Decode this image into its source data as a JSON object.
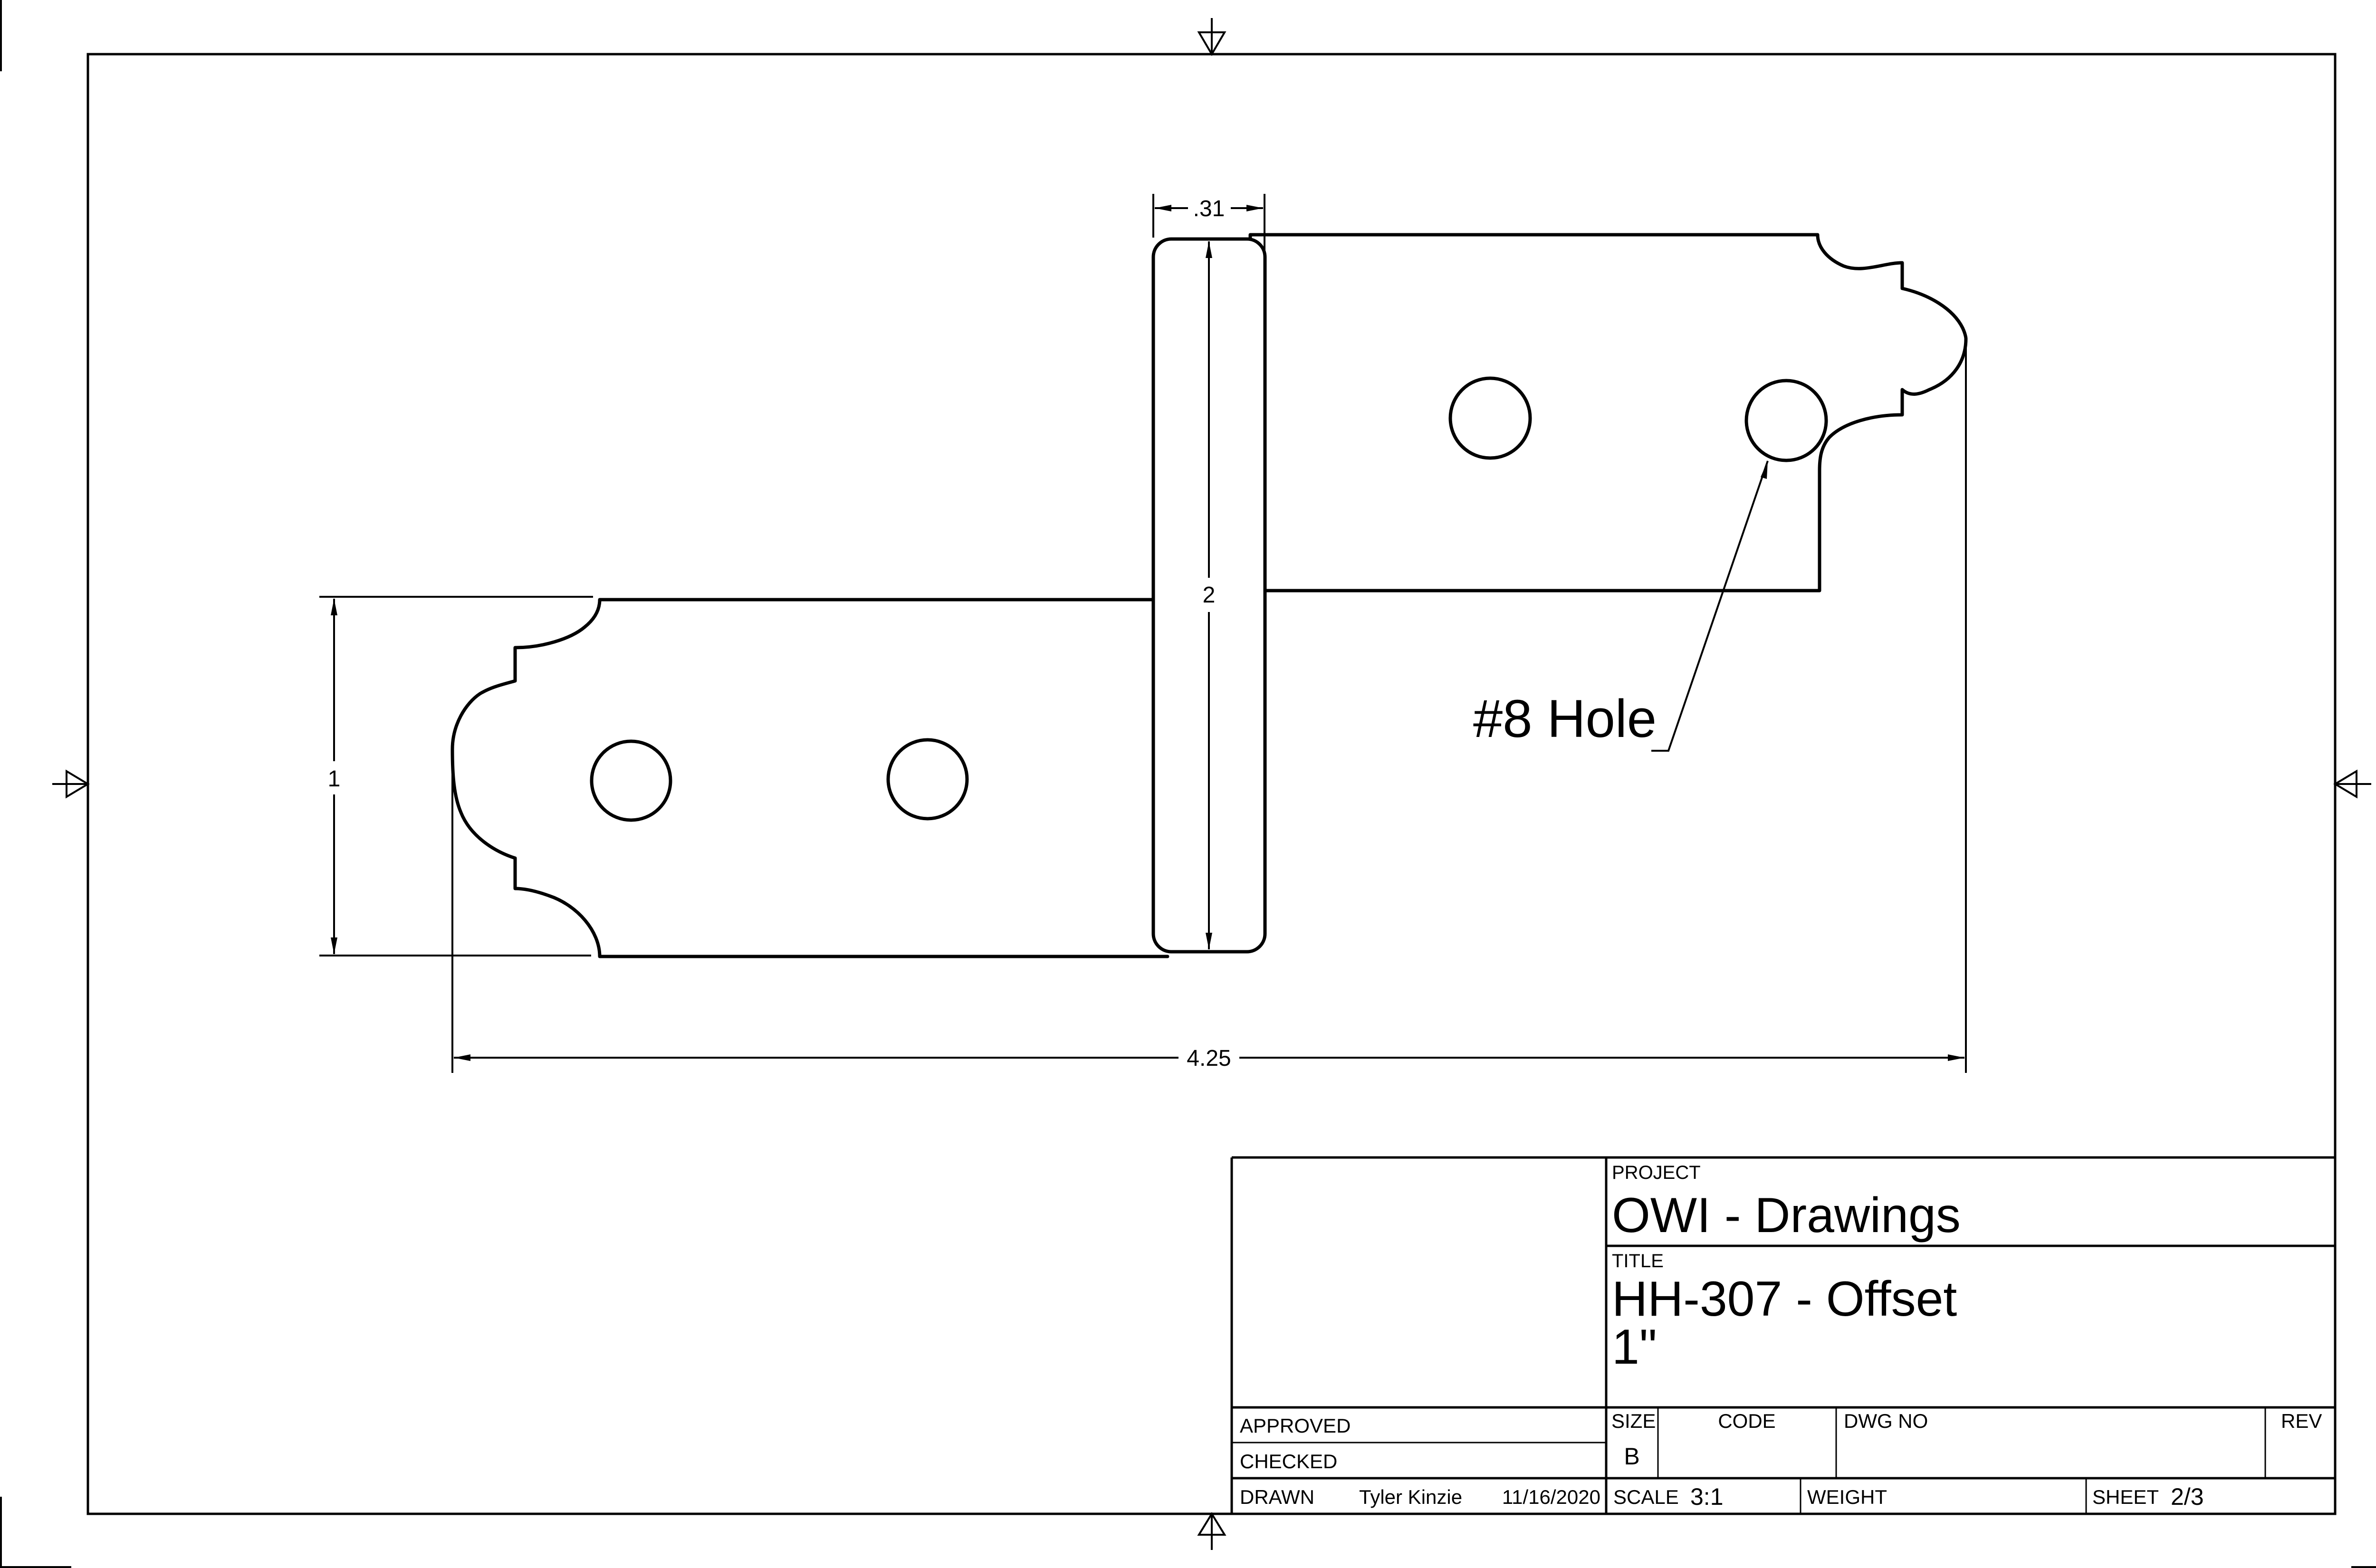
{
  "drawing": {
    "dimensions": {
      "pin_width": ".31",
      "pin_height": "2",
      "leaf_width": "1",
      "overall_length": "4.25"
    },
    "callouts": {
      "hole_note": "#8 Hole"
    },
    "line_color": "#000000",
    "background_color": "#ffffff"
  },
  "title_block": {
    "project_label": "PROJECT",
    "project_value": "OWI - Drawings",
    "title_label": "TITLE",
    "title_line1": "HH-307 - Offset",
    "title_line2": "1\"",
    "approved_label": "APPROVED",
    "checked_label": "CHECKED",
    "size_label": "SIZE",
    "size_value": "B",
    "code_label": "CODE",
    "dwg_no_label": "DWG NO",
    "rev_label": "REV",
    "drawn_label": "DRAWN",
    "drawn_by": "Tyler Kinzie",
    "drawn_date": "11/16/2020",
    "scale_label": "SCALE",
    "scale_value": "3:1",
    "weight_label": "WEIGHT",
    "sheet_label": "SHEET",
    "sheet_value": "2/3"
  }
}
